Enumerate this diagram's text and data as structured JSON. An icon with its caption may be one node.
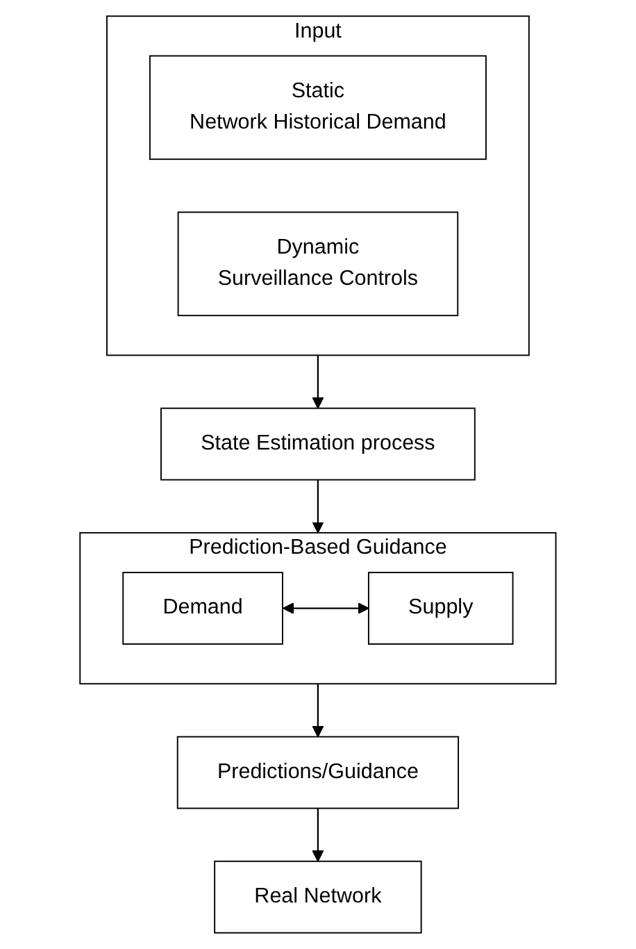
{
  "diagram": {
    "nodes": [
      {
        "text": [
          "Input"
        ]
      },
      {
        "text": [
          "Static",
          "Network Historical Demand"
        ],
        "in": 0
      },
      {
        "text": [
          "Dynamic",
          "Surveillance Controls"
        ],
        "in": 0
      },
      {
        "text": [
          "State Estimation process"
        ]
      },
      {
        "text": [
          "Prediction-Based Guidance"
        ]
      },
      {
        "text": [
          "Demand"
        ],
        "in": 4
      },
      {
        "text": [
          "Supply"
        ],
        "in": 4
      },
      {
        "text": [
          "Predictions/Guidance"
        ]
      },
      {
        "text": [
          "Real Network"
        ]
      }
    ],
    "edges": [
      {
        "from": 0,
        "to": 3,
        "arrow": "to"
      },
      {
        "from": 3,
        "to": 4,
        "arrow": "to"
      },
      {
        "from": 5,
        "to": 6,
        "arrow": "both"
      },
      {
        "from": 4,
        "to": 7,
        "arrow": "to"
      },
      {
        "from": 7,
        "to": 8,
        "arrow": "to"
      }
    ]
  }
}
